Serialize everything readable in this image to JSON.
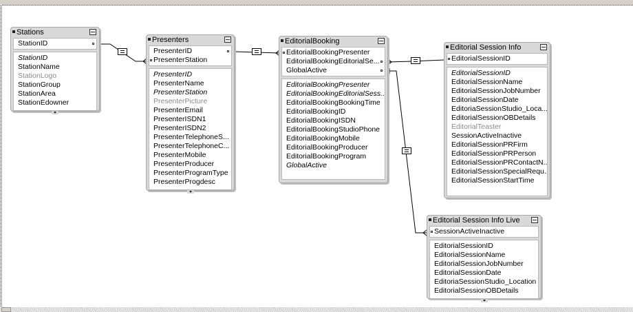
{
  "tables": [
    {
      "name": "Stations",
      "keys": [
        {
          "label": "StationID",
          "dot": "right"
        }
      ],
      "fields": [
        {
          "label": "StationID",
          "style": "italic"
        },
        {
          "label": "StationName",
          "style": "normal"
        },
        {
          "label": "StationLogo",
          "style": "gray"
        },
        {
          "label": "StationGroup",
          "style": "normal"
        },
        {
          "label": "StationArea",
          "style": "normal"
        },
        {
          "label": "StationEdowner",
          "style": "normal"
        }
      ],
      "more_below": true
    },
    {
      "name": "Presenters",
      "keys": [
        {
          "label": "PresenterID",
          "dot": "right"
        },
        {
          "label": "PresenterStation",
          "dot": "left"
        }
      ],
      "fields": [
        {
          "label": "PresenterID",
          "style": "italic"
        },
        {
          "label": "PresenterName",
          "style": "normal"
        },
        {
          "label": "PresenterStation",
          "style": "italic"
        },
        {
          "label": "PresenterPicture",
          "style": "gray"
        },
        {
          "label": "PresenterEmail",
          "style": "normal"
        },
        {
          "label": "PresenterISDN1",
          "style": "normal"
        },
        {
          "label": "PresenterISDN2",
          "style": "normal"
        },
        {
          "label": "PresenterTelephoneS...",
          "style": "normal"
        },
        {
          "label": "PresenterTelephoneC...",
          "style": "normal"
        },
        {
          "label": "PresenterMobile",
          "style": "normal"
        },
        {
          "label": "PresenterProducer",
          "style": "normal"
        },
        {
          "label": "PresenterProgramType",
          "style": "normal"
        },
        {
          "label": "PresenterProgdesc",
          "style": "normal"
        }
      ],
      "more_below": true
    },
    {
      "name": "EditorialBooking",
      "keys": [
        {
          "label": "EditorialBookingPresenter",
          "dot": "left"
        },
        {
          "label": "EditorialBookingEditorialSe...",
          "dot": "right"
        },
        {
          "label": "GlobalActive",
          "dot": "right"
        }
      ],
      "fields": [
        {
          "label": "EditorialBookingPresenter",
          "style": "italic"
        },
        {
          "label": "EditorialBookingEditorialSess...",
          "style": "italic"
        },
        {
          "label": "EditorialBookingBookingTime",
          "style": "normal"
        },
        {
          "label": "EditorialBookingID",
          "style": "normal"
        },
        {
          "label": "EditorialBookingISDN",
          "style": "normal"
        },
        {
          "label": "EditorialBookingStudioPhone",
          "style": "normal"
        },
        {
          "label": "EditorialBookingMobile",
          "style": "normal"
        },
        {
          "label": "EditorialBookingProducer",
          "style": "normal"
        },
        {
          "label": "EditorialBookingProgram",
          "style": "normal"
        },
        {
          "label": "GlobalActive",
          "style": "italic"
        }
      ],
      "more_below": false
    },
    {
      "name": "Editorial Session Info",
      "keys": [
        {
          "label": "EditorialSessionID",
          "dot": "left"
        }
      ],
      "fields": [
        {
          "label": "EditorialSessionID",
          "style": "italic"
        },
        {
          "label": "EditorialSessionName",
          "style": "normal"
        },
        {
          "label": "EditorialSessionJobNumber",
          "style": "normal"
        },
        {
          "label": "EditorialSessionDate",
          "style": "normal"
        },
        {
          "label": "EditoriaSessionStudio_Loca...",
          "style": "normal"
        },
        {
          "label": "EditorialSessionOBDetails",
          "style": "normal"
        },
        {
          "label": "EditorialTeaster",
          "style": "gray"
        },
        {
          "label": "SessionActiveInactive",
          "style": "normal"
        },
        {
          "label": "EditorialSessionPRFirm",
          "style": "normal"
        },
        {
          "label": "EditorialSessionPRPerson",
          "style": "normal"
        },
        {
          "label": "EditorialSessionPRContactN...",
          "style": "normal"
        },
        {
          "label": "EditorialSessionSpecialRequ...",
          "style": "normal"
        },
        {
          "label": "EditorialSessionStartTime",
          "style": "normal"
        }
      ],
      "more_below": false
    },
    {
      "name": "Editorial Session Info Live",
      "keys": [
        {
          "label": "SessionActiveInactive",
          "dot": "left"
        }
      ],
      "fields": [
        {
          "label": "EditorialSessionID",
          "style": "normal"
        },
        {
          "label": "EditorialSessionName",
          "style": "normal"
        },
        {
          "label": "EditorialSessionJobNumber",
          "style": "normal"
        },
        {
          "label": "EditorialSessionDate",
          "style": "normal"
        },
        {
          "label": "EditoriaSessionStudio_Location",
          "style": "normal"
        },
        {
          "label": "EditorialSessionOBDetails",
          "style": "normal"
        }
      ],
      "more_below": true
    }
  ],
  "relationships": [
    {
      "from": "Stations.StationID",
      "to": "Presenters.PresenterStation",
      "operator": "="
    },
    {
      "from": "Presenters.PresenterID",
      "to": "EditorialBooking.EditorialBookingPresenter",
      "operator": "="
    },
    {
      "from": "EditorialBooking.EditorialBookingEditorialSe...",
      "to": "Editorial Session Info.EditorialSessionID",
      "operator": "="
    },
    {
      "from": "EditorialBooking.GlobalActive",
      "to": "Editorial Session Info Live.SessionActiveInactive",
      "operator": "="
    }
  ]
}
